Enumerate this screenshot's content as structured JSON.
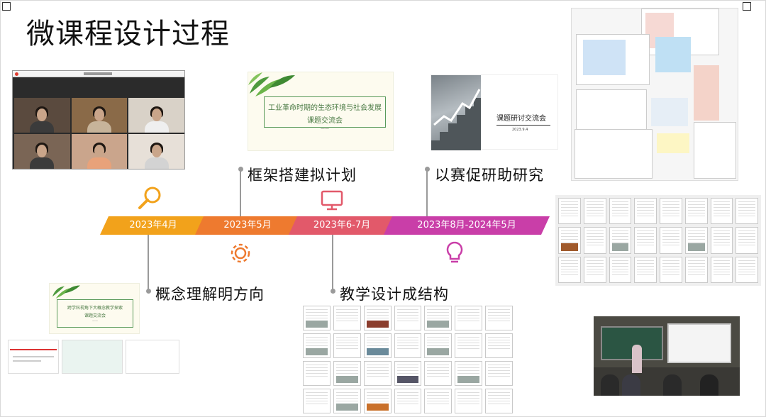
{
  "slide": {
    "title": "微课程设计过程"
  },
  "timeline": {
    "segments": [
      {
        "label": "2023年4月",
        "color": "#f2a21b"
      },
      {
        "label": "2023年5月",
        "color": "#ee7a2f"
      },
      {
        "label": "2023年6-7月",
        "color": "#e2596a"
      },
      {
        "label": "2023年8月-2024年5月",
        "color": "#c93ea8"
      }
    ],
    "steps": [
      {
        "label": "概念理解明方向",
        "icon": "magnifier-icon"
      },
      {
        "label": "框架搭建拟计划",
        "icon": "gear-icon"
      },
      {
        "label": "教学设计成结构",
        "icon": "monitor-icon"
      },
      {
        "label": "以赛促研助研究",
        "icon": "lightbulb-icon"
      }
    ]
  },
  "cards": {
    "framework_card": {
      "line1": "工业革命时期的生态环境与社会发展",
      "line2": "课题交流会"
    },
    "concept_card": {
      "line1": "跨学科视角下大概念教学探索",
      "line2": "课题交流会"
    },
    "competition_card": {
      "title": "课题研讨交流会",
      "date": "2023.9.4"
    }
  }
}
